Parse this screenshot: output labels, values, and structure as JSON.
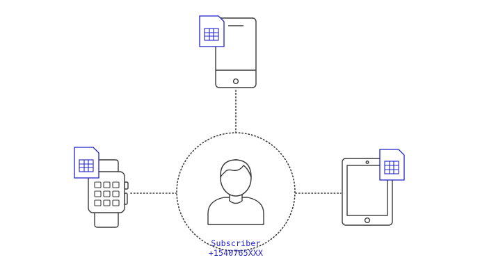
{
  "colors": {
    "device_stroke": "#3a3a3a",
    "sim_accent": "#1f1fc8",
    "connector": "#3a3a3a",
    "background": "#ffffff"
  },
  "devices": [
    {
      "id": "phone",
      "icon": "smartphone-icon",
      "has_sim": true
    },
    {
      "id": "watch",
      "icon": "smartwatch-icon",
      "has_sim": true
    },
    {
      "id": "tablet",
      "icon": "tablet-icon",
      "has_sim": true
    }
  ],
  "subscriber": {
    "icon": "user-icon",
    "label": "Subscriber",
    "number": "+1540765XXX"
  }
}
